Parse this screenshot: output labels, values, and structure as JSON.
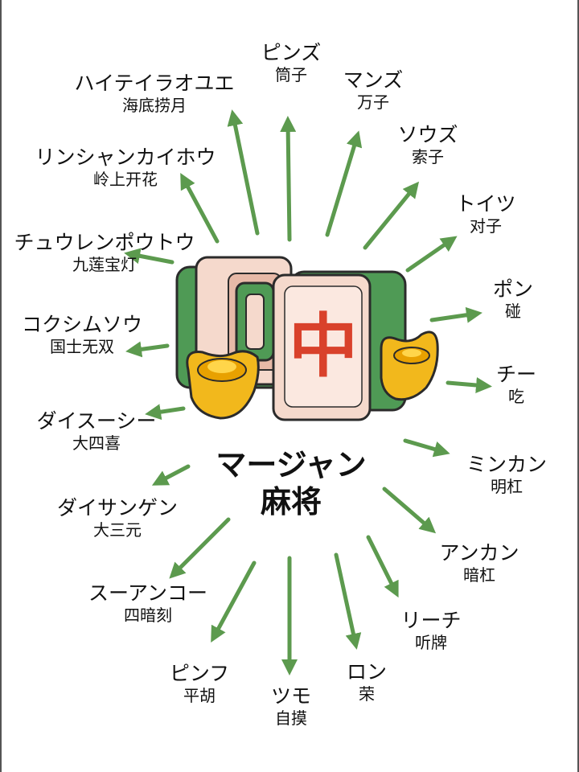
{
  "center": {
    "kana": "マージャン",
    "kanji": "麻将"
  },
  "tile_glyph": "中",
  "colors": {
    "arrow": "#5c9a4e",
    "tile_green": "#4f9a55",
    "tile_face": "#f5d9cc",
    "tile_red": "#d9412b",
    "gold": "#f2b81c"
  },
  "terms": [
    {
      "kana": "ピンズ",
      "kanji": "筒子"
    },
    {
      "kana": "マンズ",
      "kanji": "万子"
    },
    {
      "kana": "ソウズ",
      "kanji": "索子"
    },
    {
      "kana": "トイツ",
      "kanji": "对子"
    },
    {
      "kana": "ポン",
      "kanji": "碰"
    },
    {
      "kana": "チー",
      "kanji": "吃"
    },
    {
      "kana": "ミンカン",
      "kanji": "明杠"
    },
    {
      "kana": "アンカン",
      "kanji": "暗杠"
    },
    {
      "kana": "リーチ",
      "kanji": "听牌"
    },
    {
      "kana": "ロン",
      "kanji": "荣"
    },
    {
      "kana": "ツモ",
      "kanji": "自摸"
    },
    {
      "kana": "ピンフ",
      "kanji": "平胡"
    },
    {
      "kana": "スーアンコー",
      "kanji": "四暗刻"
    },
    {
      "kana": "ダイサンゲン",
      "kanji": "大三元"
    },
    {
      "kana": "ダイスーシー",
      "kanji": "大四喜"
    },
    {
      "kana": "コクシムソウ",
      "kanji": "国士无双"
    },
    {
      "kana": "チュウレンポウトウ",
      "kanji": "九莲宝灯"
    },
    {
      "kana": "リンシャンカイホウ",
      "kanji": "岭上开花"
    },
    {
      "kana": "ハイテイラオユエ",
      "kanji": "海底捞月"
    }
  ]
}
